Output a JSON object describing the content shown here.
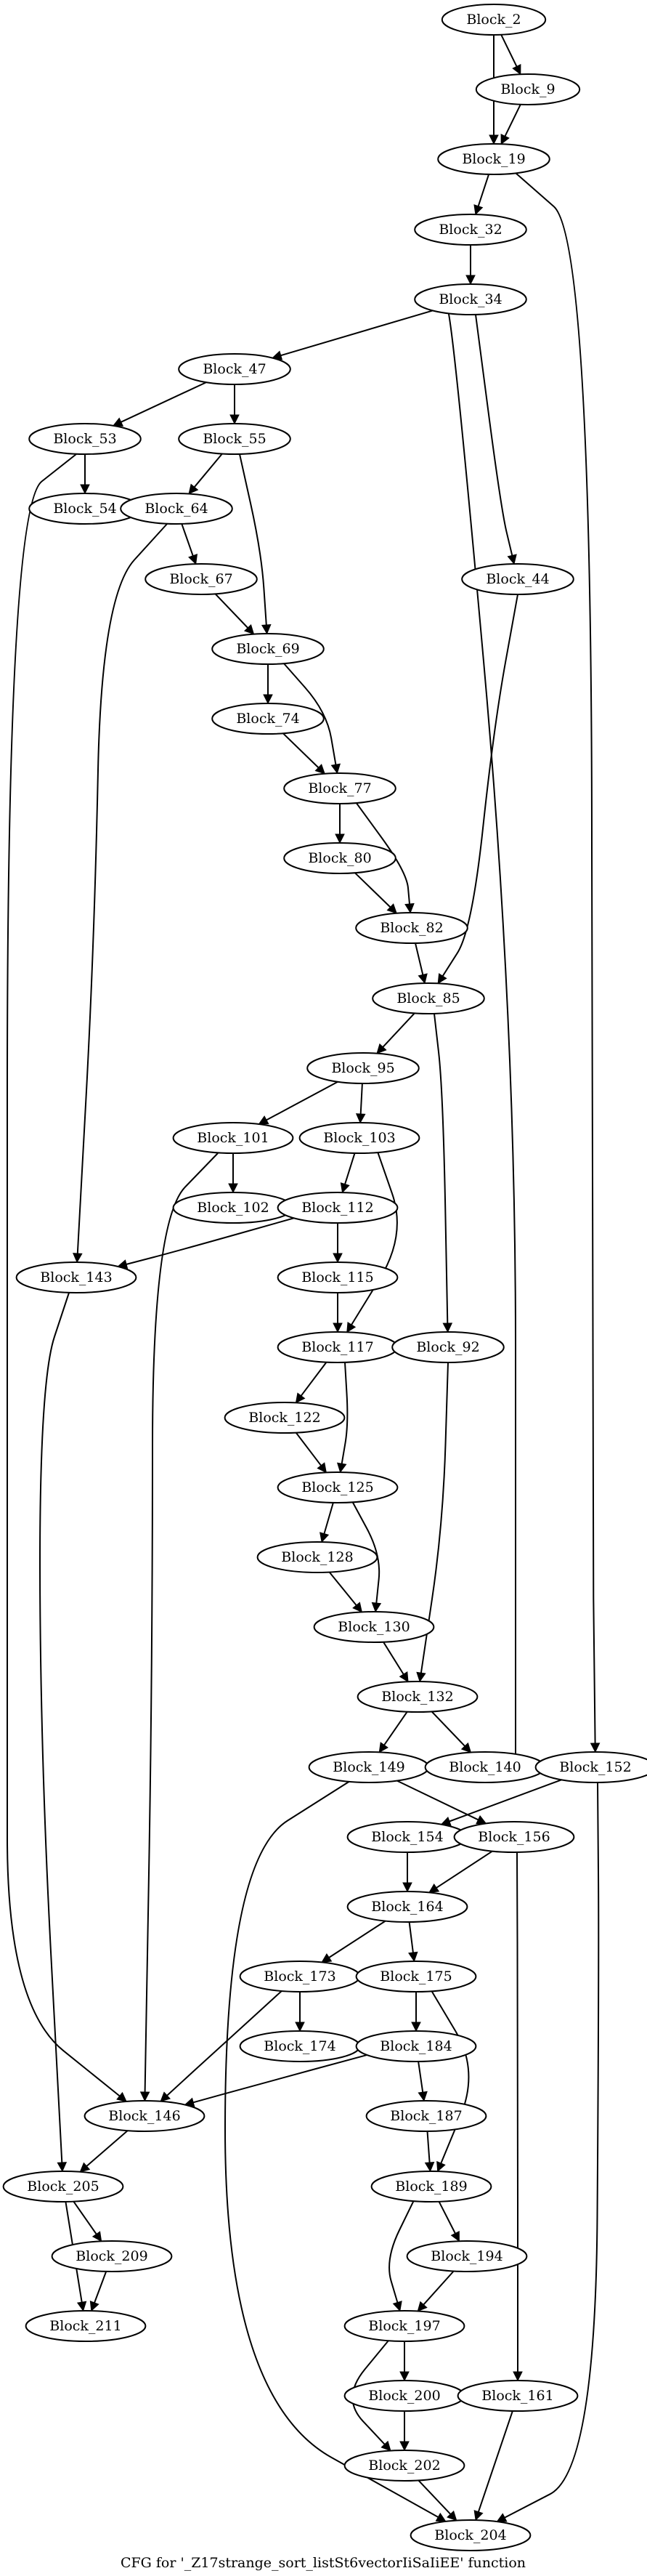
{
  "title": "CFG for '_Z17strange_sort_listSt6vectorIiSaIiEE' function",
  "nodes": [
    {
      "id": "Block_2",
      "label": "Block_2"
    },
    {
      "id": "Block_9",
      "label": "Block_9"
    },
    {
      "id": "Block_19",
      "label": "Block_19"
    },
    {
      "id": "Block_32",
      "label": "Block_32"
    },
    {
      "id": "Block_34",
      "label": "Block_34"
    },
    {
      "id": "Block_47",
      "label": "Block_47"
    },
    {
      "id": "Block_53",
      "label": "Block_53"
    },
    {
      "id": "Block_55",
      "label": "Block_55"
    },
    {
      "id": "Block_54",
      "label": "Block_54"
    },
    {
      "id": "Block_64",
      "label": "Block_64"
    },
    {
      "id": "Block_44",
      "label": "Block_44"
    },
    {
      "id": "Block_67",
      "label": "Block_67"
    },
    {
      "id": "Block_69",
      "label": "Block_69"
    },
    {
      "id": "Block_74",
      "label": "Block_74"
    },
    {
      "id": "Block_77",
      "label": "Block_77"
    },
    {
      "id": "Block_80",
      "label": "Block_80"
    },
    {
      "id": "Block_82",
      "label": "Block_82"
    },
    {
      "id": "Block_85",
      "label": "Block_85"
    },
    {
      "id": "Block_95",
      "label": "Block_95"
    },
    {
      "id": "Block_101",
      "label": "Block_101"
    },
    {
      "id": "Block_103",
      "label": "Block_103"
    },
    {
      "id": "Block_102",
      "label": "Block_102"
    },
    {
      "id": "Block_112",
      "label": "Block_112"
    },
    {
      "id": "Block_143",
      "label": "Block_143"
    },
    {
      "id": "Block_115",
      "label": "Block_115"
    },
    {
      "id": "Block_117",
      "label": "Block_117"
    },
    {
      "id": "Block_92",
      "label": "Block_92"
    },
    {
      "id": "Block_122",
      "label": "Block_122"
    },
    {
      "id": "Block_125",
      "label": "Block_125"
    },
    {
      "id": "Block_128",
      "label": "Block_128"
    },
    {
      "id": "Block_130",
      "label": "Block_130"
    },
    {
      "id": "Block_132",
      "label": "Block_132"
    },
    {
      "id": "Block_149",
      "label": "Block_149"
    },
    {
      "id": "Block_140",
      "label": "Block_140"
    },
    {
      "id": "Block_152",
      "label": "Block_152"
    },
    {
      "id": "Block_154",
      "label": "Block_154"
    },
    {
      "id": "Block_156",
      "label": "Block_156"
    },
    {
      "id": "Block_164",
      "label": "Block_164"
    },
    {
      "id": "Block_173",
      "label": "Block_173"
    },
    {
      "id": "Block_175",
      "label": "Block_175"
    },
    {
      "id": "Block_174",
      "label": "Block_174"
    },
    {
      "id": "Block_184",
      "label": "Block_184"
    },
    {
      "id": "Block_146",
      "label": "Block_146"
    },
    {
      "id": "Block_187",
      "label": "Block_187"
    },
    {
      "id": "Block_205",
      "label": "Block_205"
    },
    {
      "id": "Block_189",
      "label": "Block_189"
    },
    {
      "id": "Block_209",
      "label": "Block_209"
    },
    {
      "id": "Block_194",
      "label": "Block_194"
    },
    {
      "id": "Block_211",
      "label": "Block_211"
    },
    {
      "id": "Block_197",
      "label": "Block_197"
    },
    {
      "id": "Block_200",
      "label": "Block_200"
    },
    {
      "id": "Block_161",
      "label": "Block_161"
    },
    {
      "id": "Block_202",
      "label": "Block_202"
    },
    {
      "id": "Block_204",
      "label": "Block_204"
    }
  ],
  "edges": [
    {
      "from": "Block_2",
      "to": "Block_9"
    },
    {
      "from": "Block_2",
      "to": "Block_19"
    },
    {
      "from": "Block_9",
      "to": "Block_19"
    },
    {
      "from": "Block_19",
      "to": "Block_32"
    },
    {
      "from": "Block_19",
      "to": "Block_152"
    },
    {
      "from": "Block_32",
      "to": "Block_34"
    },
    {
      "from": "Block_34",
      "to": "Block_47"
    },
    {
      "from": "Block_34",
      "to": "Block_44"
    },
    {
      "from": "Block_47",
      "to": "Block_53"
    },
    {
      "from": "Block_47",
      "to": "Block_55"
    },
    {
      "from": "Block_53",
      "to": "Block_54"
    },
    {
      "from": "Block_53",
      "to": "Block_146"
    },
    {
      "from": "Block_55",
      "to": "Block_64"
    },
    {
      "from": "Block_55",
      "to": "Block_69"
    },
    {
      "from": "Block_64",
      "to": "Block_67"
    },
    {
      "from": "Block_64",
      "to": "Block_143"
    },
    {
      "from": "Block_67",
      "to": "Block_69"
    },
    {
      "from": "Block_44",
      "to": "Block_85"
    },
    {
      "from": "Block_69",
      "to": "Block_74"
    },
    {
      "from": "Block_69",
      "to": "Block_77"
    },
    {
      "from": "Block_74",
      "to": "Block_77"
    },
    {
      "from": "Block_77",
      "to": "Block_80"
    },
    {
      "from": "Block_77",
      "to": "Block_82"
    },
    {
      "from": "Block_80",
      "to": "Block_82"
    },
    {
      "from": "Block_82",
      "to": "Block_85"
    },
    {
      "from": "Block_85",
      "to": "Block_95"
    },
    {
      "from": "Block_85",
      "to": "Block_92"
    },
    {
      "from": "Block_95",
      "to": "Block_101"
    },
    {
      "from": "Block_95",
      "to": "Block_103"
    },
    {
      "from": "Block_101",
      "to": "Block_102"
    },
    {
      "from": "Block_101",
      "to": "Block_146"
    },
    {
      "from": "Block_103",
      "to": "Block_112"
    },
    {
      "from": "Block_103",
      "to": "Block_117"
    },
    {
      "from": "Block_112",
      "to": "Block_143"
    },
    {
      "from": "Block_112",
      "to": "Block_115"
    },
    {
      "from": "Block_115",
      "to": "Block_117"
    },
    {
      "from": "Block_143",
      "to": "Block_205"
    },
    {
      "from": "Block_117",
      "to": "Block_122"
    },
    {
      "from": "Block_117",
      "to": "Block_125"
    },
    {
      "from": "Block_122",
      "to": "Block_125"
    },
    {
      "from": "Block_92",
      "to": "Block_132"
    },
    {
      "from": "Block_125",
      "to": "Block_128"
    },
    {
      "from": "Block_125",
      "to": "Block_130"
    },
    {
      "from": "Block_128",
      "to": "Block_130"
    },
    {
      "from": "Block_130",
      "to": "Block_132"
    },
    {
      "from": "Block_132",
      "to": "Block_149"
    },
    {
      "from": "Block_132",
      "to": "Block_140"
    },
    {
      "from": "Block_140",
      "to": "Block_34"
    },
    {
      "from": "Block_149",
      "to": "Block_156"
    },
    {
      "from": "Block_149",
      "to": "Block_204"
    },
    {
      "from": "Block_152",
      "to": "Block_154"
    },
    {
      "from": "Block_152",
      "to": "Block_204"
    },
    {
      "from": "Block_154",
      "to": "Block_164"
    },
    {
      "from": "Block_156",
      "to": "Block_164"
    },
    {
      "from": "Block_156",
      "to": "Block_161"
    },
    {
      "from": "Block_164",
      "to": "Block_173"
    },
    {
      "from": "Block_164",
      "to": "Block_175"
    },
    {
      "from": "Block_173",
      "to": "Block_174"
    },
    {
      "from": "Block_173",
      "to": "Block_146"
    },
    {
      "from": "Block_175",
      "to": "Block_184"
    },
    {
      "from": "Block_175",
      "to": "Block_189"
    },
    {
      "from": "Block_184",
      "to": "Block_146"
    },
    {
      "from": "Block_184",
      "to": "Block_187"
    },
    {
      "from": "Block_187",
      "to": "Block_189"
    },
    {
      "from": "Block_146",
      "to": "Block_205"
    },
    {
      "from": "Block_205",
      "to": "Block_209"
    },
    {
      "from": "Block_205",
      "to": "Block_211"
    },
    {
      "from": "Block_209",
      "to": "Block_211"
    },
    {
      "from": "Block_189",
      "to": "Block_194"
    },
    {
      "from": "Block_189",
      "to": "Block_197"
    },
    {
      "from": "Block_194",
      "to": "Block_197"
    },
    {
      "from": "Block_197",
      "to": "Block_200"
    },
    {
      "from": "Block_197",
      "to": "Block_202"
    },
    {
      "from": "Block_200",
      "to": "Block_202"
    },
    {
      "from": "Block_161",
      "to": "Block_204"
    },
    {
      "from": "Block_202",
      "to": "Block_204"
    }
  ]
}
